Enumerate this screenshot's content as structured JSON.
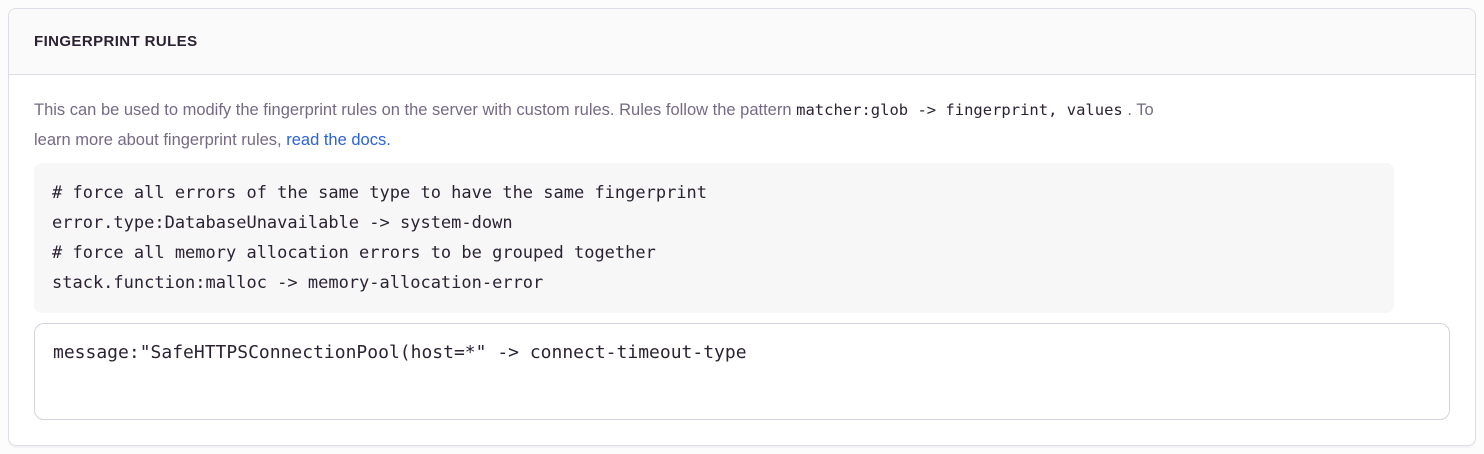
{
  "panel": {
    "title": "FINGERPRINT RULES"
  },
  "description": {
    "line1_prefix": "This can be used to modify the fingerprint rules on the server with custom rules. Rules follow the pattern ",
    "pattern_code": "matcher:glob -> fingerprint, values",
    "line1_suffix": " . To",
    "line2_text": "learn more about fingerprint rules, ",
    "link_label": "read the docs."
  },
  "code_example": {
    "lines": [
      "# force all errors of the same type to have the same fingerprint",
      "error.type:DatabaseUnavailable -> system-down",
      "# force all memory allocation errors to be grouped together",
      "stack.function:malloc -> memory-allocation-error"
    ]
  },
  "editor": {
    "value": "message:\"SafeHTTPSConnectionPool(host=*\" -> connect-timeout-type"
  },
  "colors": {
    "link_blue": "#2b63d9",
    "panel_border": "#e0dce5",
    "header_bg": "#fafafb",
    "code_block_bg": "#f7f7f8",
    "text_dark": "#2b2233",
    "text_muted": "#756a84"
  }
}
